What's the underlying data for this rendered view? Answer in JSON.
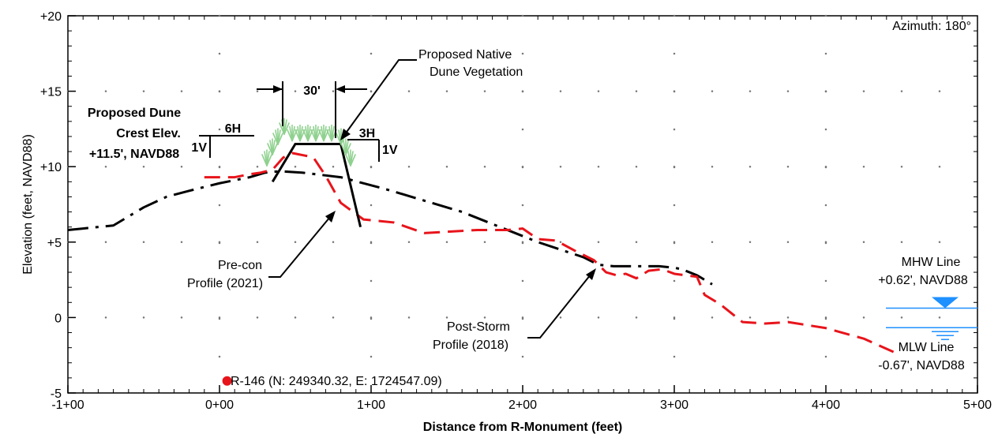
{
  "chart_data": {
    "type": "line",
    "xlabel": "Distance from R-Monument (feet)",
    "ylabel": "Elevation (feet, NAVD88)",
    "xlim": [
      -100,
      500
    ],
    "ylim": [
      -5,
      20
    ],
    "x_ticks": [
      {
        "value": -100,
        "label": "-1+00"
      },
      {
        "value": 0,
        "label": "0+00"
      },
      {
        "value": 100,
        "label": "1+00"
      },
      {
        "value": 200,
        "label": "2+00"
      },
      {
        "value": 300,
        "label": "3+00"
      },
      {
        "value": 400,
        "label": "4+00"
      },
      {
        "value": 500,
        "label": "5+00"
      }
    ],
    "y_ticks": [
      {
        "value": -5,
        "label": "-5"
      },
      {
        "value": 0,
        "label": "0"
      },
      {
        "value": 5,
        "label": "+5"
      },
      {
        "value": 10,
        "label": "+10"
      },
      {
        "value": 15,
        "label": "+15"
      },
      {
        "value": 20,
        "label": "+20"
      }
    ],
    "grid": true,
    "azimuth": "Azimuth: 180°",
    "series": [
      {
        "name": "Post-Storm Profile (2018)",
        "color": "#000000",
        "style": "dash-dot",
        "x": [
          -100,
          -90,
          -70,
          -50,
          -35,
          -20,
          0,
          20,
          30,
          40,
          55,
          80,
          110,
          160,
          210,
          240,
          250,
          260,
          290,
          300,
          305,
          315,
          325
        ],
        "y": [
          5.8,
          5.9,
          6.1,
          7.3,
          8.0,
          8.4,
          8.9,
          9.3,
          9.6,
          9.7,
          9.6,
          9.3,
          8.5,
          7.0,
          5.0,
          4.0,
          3.5,
          3.4,
          3.4,
          3.3,
          3.2,
          2.8,
          2.2
        ]
      },
      {
        "name": "Pre-con Profile (2021)",
        "color": "#e8141b",
        "style": "dash",
        "x": [
          -10,
          0,
          10,
          20,
          27,
          35,
          42,
          48,
          53,
          58,
          62,
          70,
          80,
          95,
          115,
          135,
          170,
          190,
          200,
          210,
          222,
          235,
          247,
          255,
          262,
          268,
          275,
          283,
          292,
          300,
          315,
          320,
          330,
          345,
          360,
          375,
          400,
          425,
          445
        ],
        "y": [
          9.3,
          9.3,
          9.3,
          9.5,
          9.6,
          9.8,
          10.6,
          10.9,
          10.8,
          10.7,
          10.6,
          9.4,
          7.6,
          6.5,
          6.3,
          5.6,
          5.8,
          5.8,
          5.9,
          5.2,
          5.1,
          4.4,
          3.8,
          3.0,
          2.8,
          2.9,
          2.6,
          3.1,
          3.2,
          2.9,
          2.7,
          1.5,
          0.9,
          -0.3,
          -0.4,
          -0.3,
          -0.7,
          -1.4,
          -2.3
        ]
      }
    ],
    "template": {
      "name": "Proposed Dune",
      "color": "#000000",
      "x": [
        35,
        50,
        80,
        93
      ],
      "y": [
        9.0,
        11.5,
        11.5,
        6.0
      ]
    },
    "water_levels": [
      {
        "name": "MHW Line",
        "value": 0.62,
        "color": "#1e90ff"
      },
      {
        "name": "MLW Line",
        "value": -0.67,
        "color": "#1e90ff"
      }
    ],
    "monument_point": {
      "x": 5,
      "y": -4.2,
      "color": "#e8141b"
    },
    "annotations": {
      "dune_crest_lines": [
        "Proposed Dune",
        "Crest Elev.",
        "+11.5', NAVD88"
      ],
      "crest_width": "30'",
      "slope_left_h": "6H",
      "slope_left_v": "1V",
      "slope_right_h": "3H",
      "slope_right_v": "1V",
      "vegetation_lines": [
        "Proposed Native",
        "Dune Vegetation"
      ],
      "precon_lines": [
        "Pre-con",
        "Profile (2021)"
      ],
      "poststorm_lines": [
        "Post-Storm",
        "Profile (2018)"
      ],
      "mhw_lines": [
        "MHW Line",
        "+0.62', NAVD88"
      ],
      "mlw_lines": [
        "MLW Line",
        "-0.67', NAVD88"
      ],
      "monument_label": "R-146 (N: 249340.32, E: 1724547.09)"
    }
  }
}
